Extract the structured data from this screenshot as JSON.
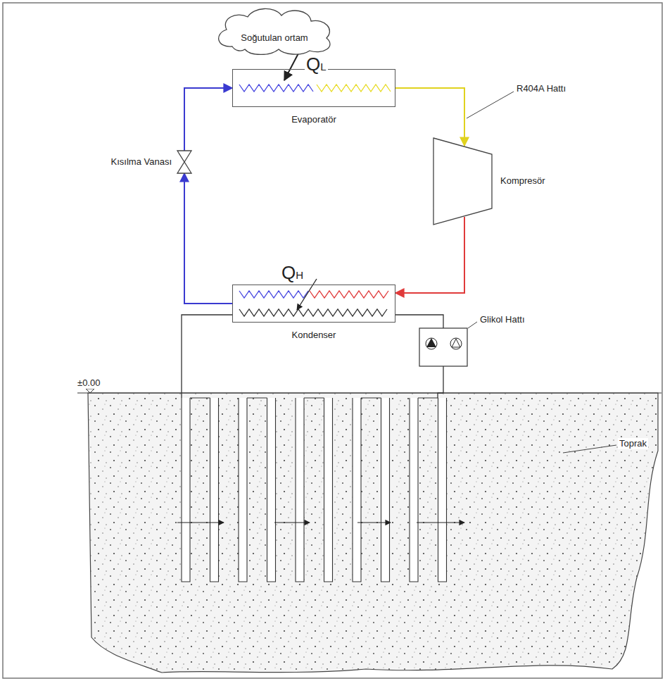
{
  "diagram": {
    "nodes": [
      {
        "text": [
          "Soğutulan ortam"
        ]
      },
      {
        "text": [
          "Evaporatör"
        ]
      },
      {
        "text": [
          "Kompresör"
        ]
      },
      {
        "text": [
          "Kondenser"
        ]
      },
      {
        "text": [
          "Kısılma Vanası"
        ]
      }
    ],
    "edges": [
      {
        "from": 0,
        "to": 1,
        "arrow": "to",
        "label": "QL"
      },
      {
        "from": 1,
        "to": 2,
        "arrow": "to"
      },
      {
        "from": 2,
        "to": 3,
        "arrow": "to"
      },
      {
        "from": 3,
        "to": 4,
        "arrow": "to"
      },
      {
        "from": 4,
        "to": 1,
        "arrow": "to"
      }
    ],
    "labels": [
      "R404A Hattı",
      "QH",
      "Glikol Hattı",
      "±0.00",
      "Toprak"
    ]
  }
}
